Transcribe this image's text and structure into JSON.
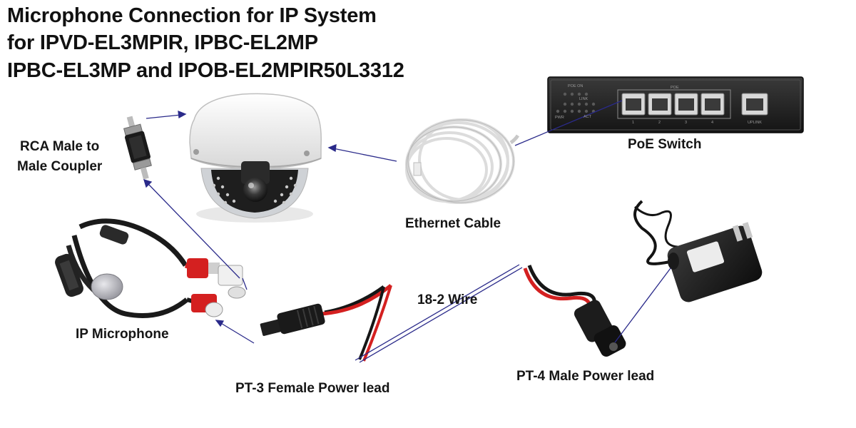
{
  "title": {
    "line1": "Microphone Connection for IP System",
    "line2": "for IPVD-EL3MPIR, IPBC-EL2MP",
    "line3": "IPBC-EL3MP and IPOB-EL2MPIR50L3312"
  },
  "labels": {
    "coupler_line1": "RCA Male to",
    "coupler_line2": "Male Coupler",
    "poe_switch": "PoE Switch",
    "ethernet_cable": "Ethernet Cable",
    "ip_microphone": "IP Microphone",
    "wire": "18-2 Wire",
    "pt3": "PT-3 Female Power lead",
    "pt4": "PT-4 Male Power lead"
  },
  "switch_panel": {
    "poe_on": "POE ON",
    "link": "LINK",
    "act": "ACT",
    "pwr": "PWR",
    "poe": "POE",
    "uplink": "UPLINK",
    "port_numbers": [
      "1",
      "2",
      "3",
      "4"
    ]
  },
  "colors": {
    "arrow": "#2a2a8a",
    "title_text": "#111111",
    "wire_red": "#d42020",
    "wire_black": "#161616"
  },
  "icons": {
    "camera": "dome-camera-icon",
    "switch": "poe-switch-icon",
    "cable": "ethernet-cable-icon",
    "coupler": "rca-coupler-icon",
    "microphone": "ip-microphone-icon",
    "adapter": "power-adapter-icon"
  }
}
